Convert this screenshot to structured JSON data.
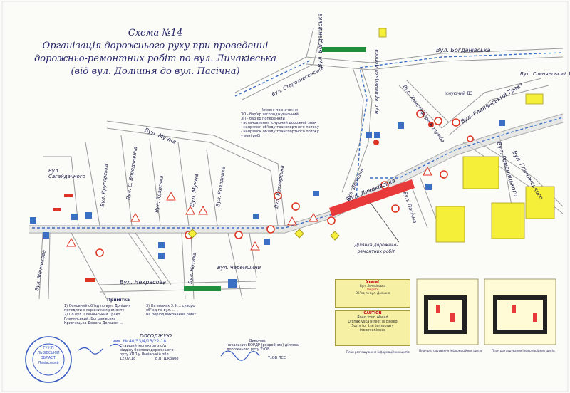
{
  "title": {
    "line1": "Схема №14",
    "line2": "Організація дорожнього руху при проведенні",
    "line3": "дорожньо-ремонтних робіт по вул. Личаківська",
    "line4": "(від вул. Долішня до вул. Пасічна)"
  },
  "streets": {
    "bohdanivska_top": "Вул. Богданівська",
    "bohdanivska_side": "Вул. Богданівська",
    "starozaliznychna": "Вул. Старознесенська",
    "krivchytska": "Вул. Кривчицька Дорога",
    "khrystofora": "Вул. Христофора Колумба",
    "hlynianskyi_tract": "Вул. Глинянський Тракт",
    "hlynianskyi_tract2": "Вул. Глинянський Тракт",
    "isnuiuchyi": "Існуючий ДЗ",
    "hlynianskoho": "Вул. Глинянського",
    "romanitskoho": "Вул. Романицького",
    "muchna": "Вул. Мучна",
    "muchna2": "Вул. Мучна",
    "sahaidachnoho": "Вул. Сагайдачного",
    "kruhlyarska": "Вул. Кругярська",
    "borodkevycha": "Вул. С. Бородкевича",
    "zdarska": "Вул. Здарська",
    "kozlanyka": "Вул. Козланика",
    "kotliarska": "Вул. Котлярська",
    "kotyka": "Вул. Котика",
    "cheremshyny": "Вул. Черемшини",
    "nekrasova": "Вул. Некрасова",
    "mechnykova": "Вул. Мечникова",
    "dolishnia": "Вул. Долішня",
    "lychakivska": "Вул. Личаківська",
    "pasichna": "Вул. Пасічна"
  },
  "legend": {
    "title": "Умовні позначення",
    "items": [
      "ЗО - бар'єр загороджувальний",
      "ЗП - бар'єр поперечний",
      "- встановлення існуючий дорожній знак",
      "- напрямок об'їзду транспортного потоку",
      "- напрямок об'їзду транспортного потоку",
      "у зоні робіт"
    ]
  },
  "work_zone_label": "Ділянка дорожньо-ремонтних робіт",
  "notes": {
    "title": "Примітка",
    "left": [
      "1) Основний об'їзд по вул. Долішня",
      "погодити з керівником ремонту",
      "2) По вул. Глинянський Тракт",
      "Глинянський, Богданівська",
      "Кривчицька Дорога Долішня ..."
    ],
    "right": [
      "3) На знаках 3.9 ... суворо",
      "об'їзд по вул. ... ,",
      "на період виконання робіт"
    ]
  },
  "approval": {
    "title": "ПОГОДЖУЮ",
    "line1": "Старший інспектор з о/д",
    "line2": "відділу безпеки дорожнього",
    "line3": "руху УПП у Львівській обл.",
    "signer": "В.В. Шкрабо",
    "date": "12.07.18",
    "doc": "вих. № 40/53/4/13/22-18"
  },
  "executor": {
    "title": "Виконав:",
    "line1": "начальник ВОРДР (розробник) ділянки",
    "line2": "дорожнього руху ТзОВ ...",
    "signer": "ТзОВ ЛСС"
  },
  "stamp": {
    "line1": "ГУ НП",
    "line2": "ЛЬВІВСЬКІЙ",
    "line3": "ОБЛАСТІ",
    "line4": "Львівський"
  },
  "boards": {
    "card1": [
      "Увага!",
      "Вул. Личаківська",
      "закрито",
      "Об'їзд по вул. Долішня"
    ],
    "card2": [
      "CAUTION",
      "Road from Ahead",
      "Lychakivska street is closed",
      "Sorry for the temporary",
      "inconvenience"
    ],
    "diag2_caption": "План розташування інформаційних щитів",
    "diag3_caption": "План розташування інформаційних щитів",
    "card_caption": "План розташування інформаційних щитів"
  },
  "colors": {
    "road_gray": "#c9c9c9",
    "work_red": "#e83a3a",
    "blue_route": "#3b6fc4",
    "green_bar": "#1f8f3c",
    "yellow": "#f5ef3a",
    "title_blue": "#26266a"
  },
  "icons": [
    "road-sign-icon",
    "stop-sign-icon",
    "detour-arrow-icon",
    "traffic-light-icon",
    "barrier-icon",
    "stamp-icon"
  ]
}
